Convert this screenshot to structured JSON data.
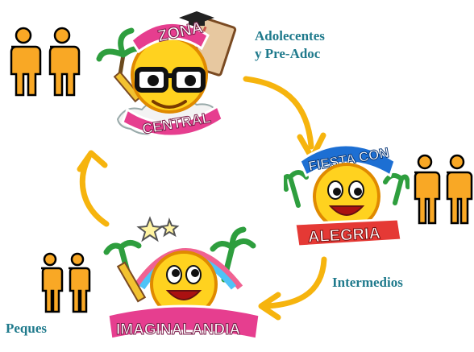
{
  "colors": {
    "label": "#1f7a8c",
    "arrow": "#f6b40e",
    "person": "#f9a825",
    "person_outline": "#000000",
    "badge_pink": "#e63e8f",
    "badge_blue": "#1d6fd3",
    "badge_red": "#e53935",
    "sun": "#ffd21f"
  },
  "labels": {
    "adolescentes_line1": "Adolecentes",
    "adolescentes_line2": "y Pre-Adoc",
    "intermedios": "Intermedios",
    "peques": "Peques"
  },
  "logos": {
    "zona_central": {
      "top": "ZONA",
      "bottom": "CENTRAL"
    },
    "fiesta_con_alegria": {
      "top": "FIESTA CON",
      "bottom": "ALEGRIA"
    },
    "imaginalandia": {
      "text": "IMAGINALANDIA"
    }
  },
  "icons": [
    "person-icon",
    "arrow-icon",
    "sun-face-icon",
    "glasses-icon",
    "palm-tree-icon",
    "star-icon",
    "book-icon",
    "pencil-icon",
    "graduation-cap-icon"
  ]
}
